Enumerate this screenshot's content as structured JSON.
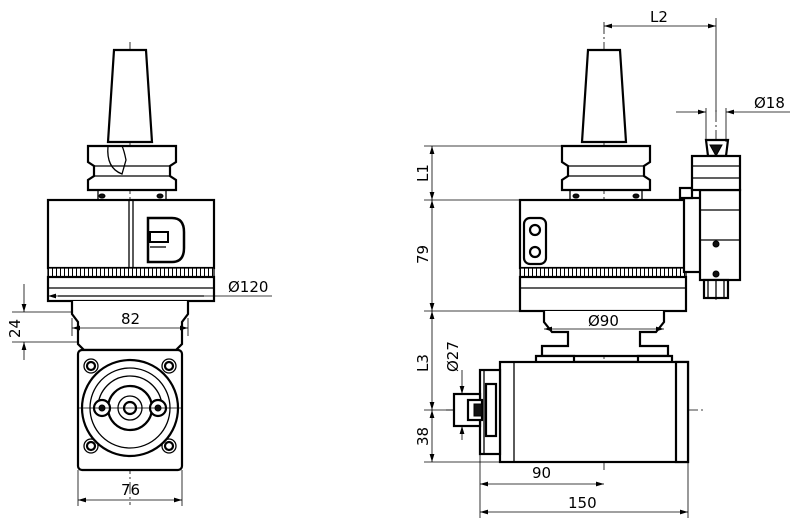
{
  "drawing": {
    "front_view": {
      "diameter_label": "Ø120",
      "width_label": "82",
      "height_label": "24",
      "bottom_width_label": "76"
    },
    "side_view": {
      "l2_label": "L2",
      "d18_label": "Ø18",
      "l1_label": "L1",
      "h79_label": "79",
      "d90_label": "Ø90",
      "l3_label": "L3",
      "d27_label": "Ø27",
      "h38_label": "38",
      "w90_label": "90",
      "w150_label": "150"
    }
  }
}
